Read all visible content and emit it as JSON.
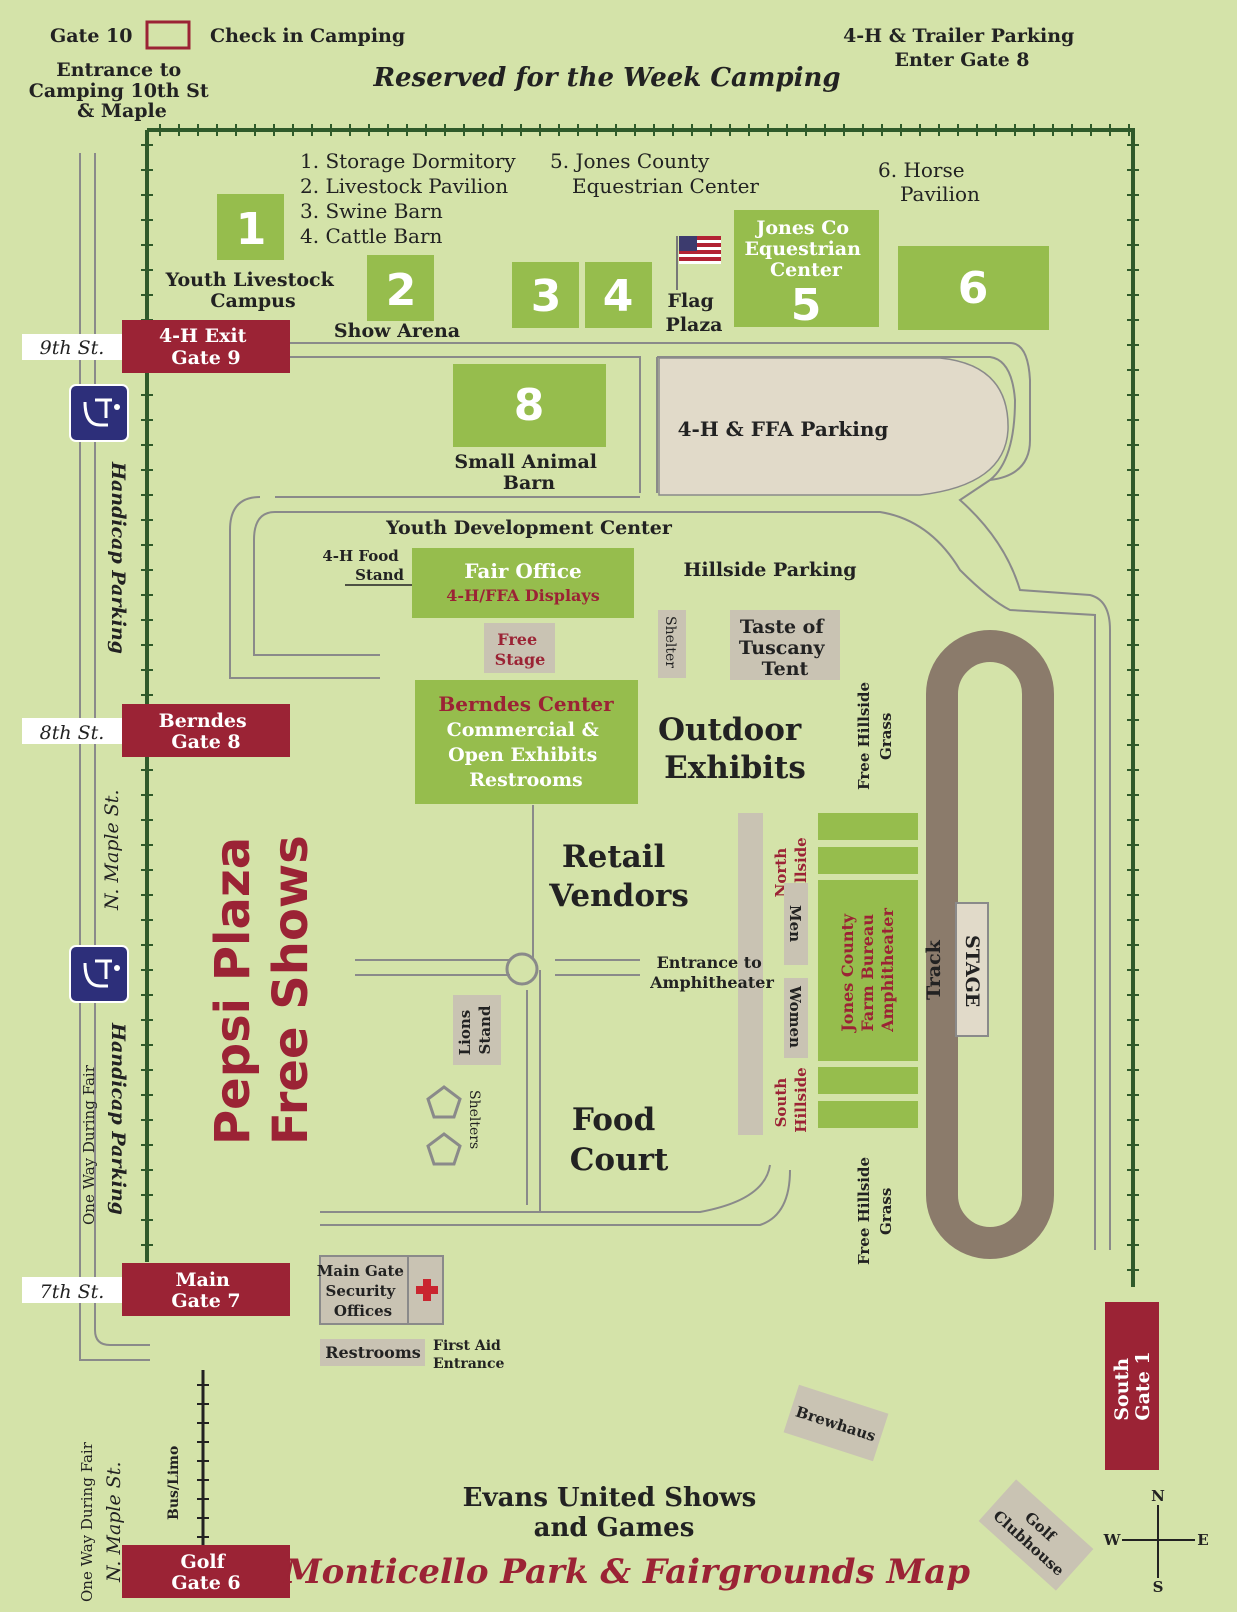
{
  "title": "Monticello Park & Fairgrounds Map",
  "legend": {
    "gate": "Gate 10",
    "check_in": "Check in Camping",
    "camping_entrance": [
      "Entrance to",
      "Camping 10th St",
      "& Maple"
    ],
    "reserved": "Reserved for the Week Camping",
    "trailer_parking": [
      "4-H & Trailer Parking",
      "Enter Gate 8"
    ]
  },
  "building_list": {
    "col1": [
      "1. Storage Dormitory",
      "2. Livestock Pavilion",
      "3. Swine Barn",
      "4. Cattle Barn"
    ],
    "col2": [
      "5. Jones County",
      "Equestrian Center"
    ],
    "col3": [
      "6. Horse",
      "Pavilion"
    ]
  },
  "buildings": {
    "b1": "1",
    "b2": "2",
    "b3": "3",
    "b4": "4",
    "b5": "5",
    "b6": "6",
    "b8": "8",
    "youth_campus": [
      "Youth Livestock",
      "Campus"
    ],
    "show_arena": "Show Arena",
    "flag_plaza": [
      "Flag",
      "Plaza"
    ],
    "equestrian": [
      "Jones Co",
      "Equestrian",
      "Center"
    ],
    "small_animal": [
      "Small Animal",
      "Barn"
    ],
    "ffa_parking": "4-H & FFA Parking",
    "ydc": "Youth Development Center",
    "food_stand": [
      "4-H Food",
      "Stand"
    ],
    "fair_office": "Fair Office",
    "ffa_displays": "4-H/FFA Displays",
    "hillside_parking": "Hillside Parking",
    "free_stage": [
      "Free",
      "Stage"
    ],
    "shelter": "Shelter",
    "taste": [
      "Taste of",
      "Tuscany",
      "Tent"
    ],
    "berndes_center": "Berndes Center",
    "berndes_lines": [
      "Commercial &",
      "Open Exhibits",
      "Restrooms"
    ],
    "outdoor": [
      "Outdoor",
      "Exhibits"
    ],
    "free_grass": [
      "Free Hillside",
      "Grass"
    ],
    "retail": [
      "Retail",
      "Vendors"
    ],
    "north_hillside": [
      "North",
      "Hillside"
    ],
    "men": "Men",
    "women": "Women",
    "amphitheater": [
      "Jones County",
      "Farm Bureau",
      "Amphitheater"
    ],
    "track": "Track",
    "stage": "STAGE",
    "amph_entrance": [
      "Entrance to",
      "Amphitheater"
    ],
    "lions": [
      "Lions",
      "Stand"
    ],
    "shelters": "Shelters",
    "south_hillside": [
      "South",
      "Hillside"
    ],
    "food_court": [
      "Food",
      "Court"
    ],
    "pepsi": [
      "Pepsi Plaza",
      "Free Shows"
    ],
    "security": [
      "Main Gate",
      "Security",
      "Offices"
    ],
    "restrooms": "Restrooms",
    "first_aid": [
      "First Aid",
      "Entrance"
    ],
    "brewhaus": "Brewhaus",
    "evans": [
      "Evans United Shows",
      "and Games"
    ],
    "golf_clubhouse": [
      "Golf",
      "Clubhouse"
    ]
  },
  "gates": {
    "gate9": [
      "4-H Exit",
      "Gate 9"
    ],
    "gate8": [
      "Berndes",
      "Gate 8"
    ],
    "gate7": [
      "Main",
      "Gate 7"
    ],
    "gate6": [
      "Golf",
      "Gate 6"
    ],
    "gate1": [
      "South",
      "Gate 1"
    ]
  },
  "streets": {
    "s9": "9th St.",
    "s8": "8th St.",
    "s7": "7th St.",
    "maple": "N. Maple St.",
    "handicap": "Handicap Parking",
    "oneway": "One Way During Fair",
    "bus": "Bus/Limo"
  },
  "compass": {
    "n": "N",
    "s": "S",
    "e": "E",
    "w": "W"
  },
  "colors": {
    "background": "#d4e3a9",
    "building": "#96bd4d",
    "gate": "#9b2335",
    "track": "#8b7b6b",
    "gray": "#c9c3b3"
  },
  "icons": [
    "handicap-icon",
    "flag-icon",
    "first-aid-icon",
    "compass-icon"
  ]
}
